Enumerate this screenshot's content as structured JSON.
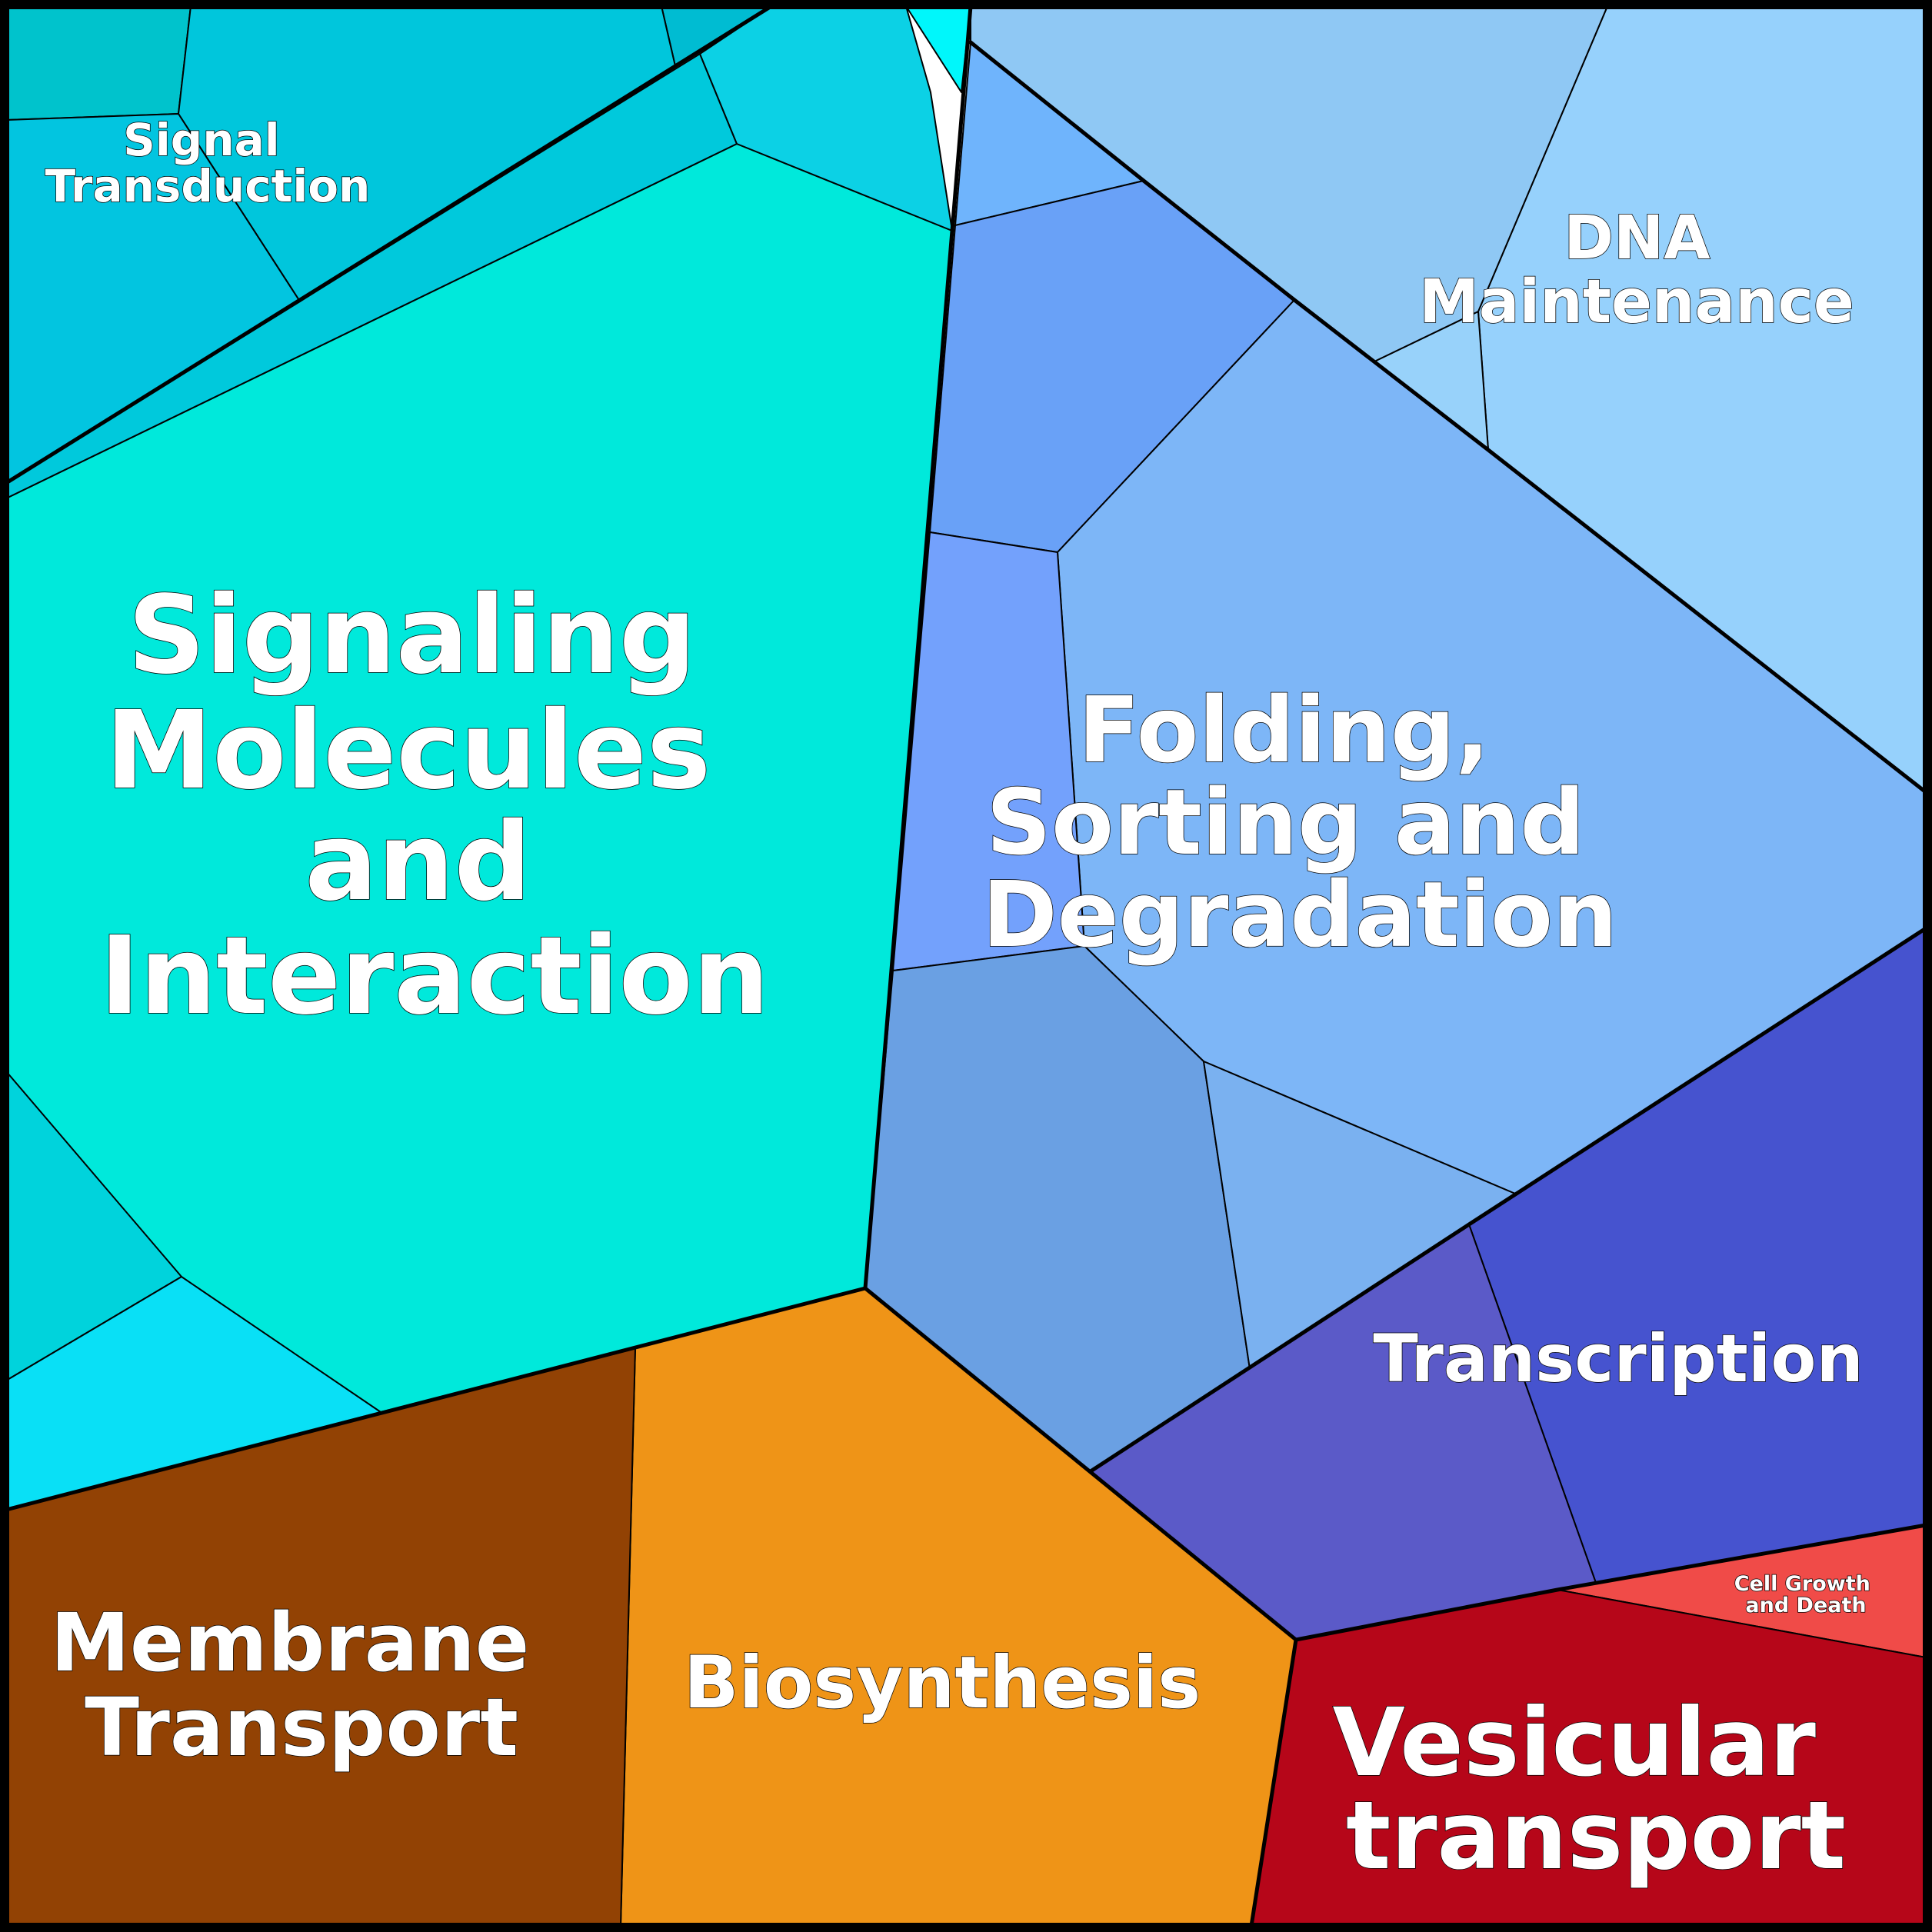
{
  "title": "",
  "chart_data": {
    "type": "voronoi-treemap",
    "categories": [
      {
        "name": "Signaling Molecules and Interaction",
        "lines": [
          "Signaling",
          "Molecules",
          "and",
          "Interaction"
        ],
        "color": "#00e9db"
      },
      {
        "name": "Signal Transduction",
        "lines": [
          "Signal",
          "Transduction"
        ],
        "color": "#00c6dc"
      },
      {
        "name": "Folding, Sorting and Degradation",
        "lines": [
          "Folding,",
          "Sorting and",
          "Degradation"
        ],
        "color": "#7db6f7"
      },
      {
        "name": "DNA Maintenance",
        "lines": [
          "DNA",
          "Maintenance"
        ],
        "color": "#96d1fc"
      },
      {
        "name": "Transcription",
        "lines": [
          "Transcription"
        ],
        "color": "#4653cf"
      },
      {
        "name": "Cell Growth and Death",
        "lines": [
          "Cell Growth",
          "and Death"
        ],
        "color": "#f04b48"
      },
      {
        "name": "Vesicular transport",
        "lines": [
          "Vesicular",
          "transport"
        ],
        "color": "#b60619"
      },
      {
        "name": "Biosynthesis",
        "lines": [
          "Biosynthesis"
        ],
        "color": "#ef9417"
      },
      {
        "name": "Membrane Transport",
        "lines": [
          "Membrane",
          "Transport"
        ],
        "color": "#924204"
      }
    ]
  }
}
